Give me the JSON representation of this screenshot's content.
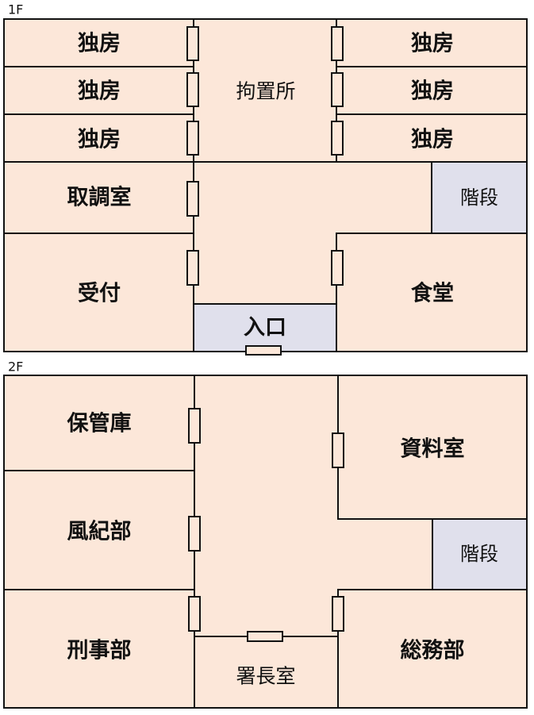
{
  "colors": {
    "room_fill": "#fce7d9",
    "stair_fill": "#e0e0ec",
    "line": "#111111"
  },
  "floor1": {
    "label": "1F",
    "cell_left_1": "独房",
    "cell_left_2": "独房",
    "cell_left_3": "独房",
    "cell_right_1": "独房",
    "cell_right_2": "独房",
    "cell_right_3": "独房",
    "detention": "拘置所",
    "interrogation": "取調室",
    "stairs": "階段",
    "reception": "受付",
    "cafeteria": "食堂",
    "entrance": "入口"
  },
  "floor2": {
    "label": "2F",
    "storage": "保管庫",
    "records": "資料室",
    "vice": "風紀部",
    "stairs": "階段",
    "criminal": "刑事部",
    "chief": "署長室",
    "general_affairs": "総務部"
  }
}
